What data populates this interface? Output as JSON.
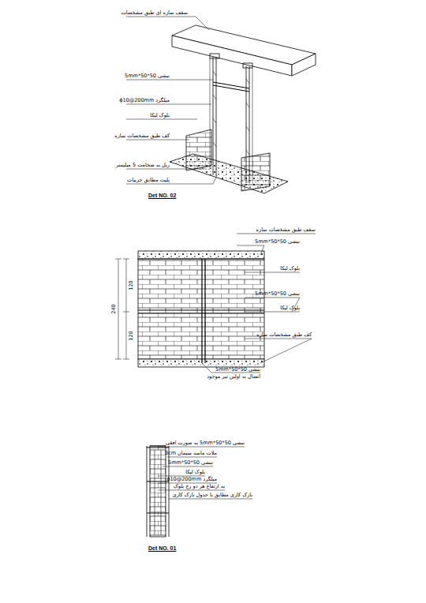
{
  "diagram": {
    "labels": [
      "سقف سازه ای طبق مشخصات",
      "نبشی 50*50*5mm",
      "میلگرد ϕ10@200mm",
      "بلوک لیکا",
      "کف طبق مشخصات سازه",
      "ریل به ضخامت 5 میلیمتر",
      "پلیت مطابق جزییات",
      "Det NO. 02",
      "سقف طبق مشخصات سازه",
      "نبشی 50*50*5mm",
      "بلوک لیکا",
      "نبشی 50*50*5mm",
      "بلوک لیکا",
      "کف طبق مشخصات سازه",
      "نبشی 50*50*5mm",
      "اتصال به اولین تیر موجود",
      "240",
      "120",
      "120",
      "نبشی 50*50*5mm به صورت افقی",
      "ملات ماسه سیمان 3cm",
      "نبشی 50*50*5mm",
      "بلوک لیکا",
      "میلگرد ϕ10@200mm",
      "به ارتفاع هر دو رج بلوک",
      "نازک کاری مطابق با جدول نازک کاری",
      "Det NO. 01"
    ]
  }
}
